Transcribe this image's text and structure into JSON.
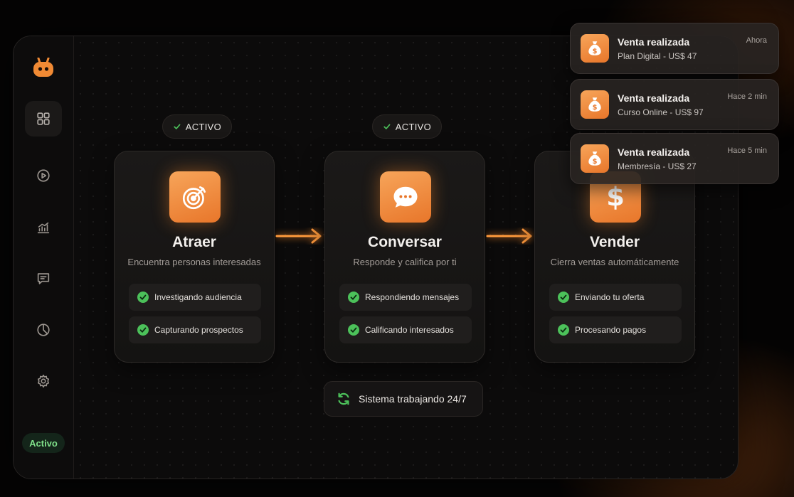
{
  "sidebar": {
    "status_label": "Activo",
    "items": [
      {
        "name": "dashboard",
        "icon": "grid-icon",
        "active": true
      },
      {
        "name": "play",
        "icon": "play-icon"
      },
      {
        "name": "analytics",
        "icon": "chart-icon"
      },
      {
        "name": "messages",
        "icon": "chat-icon"
      },
      {
        "name": "reports",
        "icon": "pie-chart-icon"
      },
      {
        "name": "settings",
        "icon": "gear-icon"
      }
    ]
  },
  "flow": {
    "badges": [
      "ACTIVO",
      "ACTIVO"
    ],
    "steps": [
      {
        "icon": "target-icon",
        "title": "Atraer",
        "subtitle": "Encuentra personas interesadas",
        "tasks": [
          "Investigando audiencia",
          "Capturando prospectos"
        ]
      },
      {
        "icon": "chat-bubble-icon",
        "title": "Conversar",
        "subtitle": "Responde y califica por ti",
        "tasks": [
          "Respondiendo mensajes",
          "Calificando interesados"
        ]
      },
      {
        "icon": "dollar-icon",
        "title": "Vender",
        "subtitle": "Cierra ventas automáticamente",
        "tasks": [
          "Enviando tu oferta",
          "Procesando pagos"
        ]
      }
    ],
    "system_status": "Sistema trabajando 24/7"
  },
  "notifications": [
    {
      "title": "Venta realizada",
      "detail": "Plan Digital - US$ 47",
      "time": "Ahora",
      "icon": "money-bag-icon"
    },
    {
      "title": "Venta realizada",
      "detail": "Curso Online - US$ 97",
      "time": "Hace 2 min",
      "icon": "money-bag-icon"
    },
    {
      "title": "Venta realizada",
      "detail": "Membresía - US$ 27",
      "time": "Hace 5 min",
      "icon": "money-bag-icon"
    }
  ],
  "colors": {
    "accent": "#f08a34",
    "success": "#4cc15a",
    "background": "#050404"
  }
}
